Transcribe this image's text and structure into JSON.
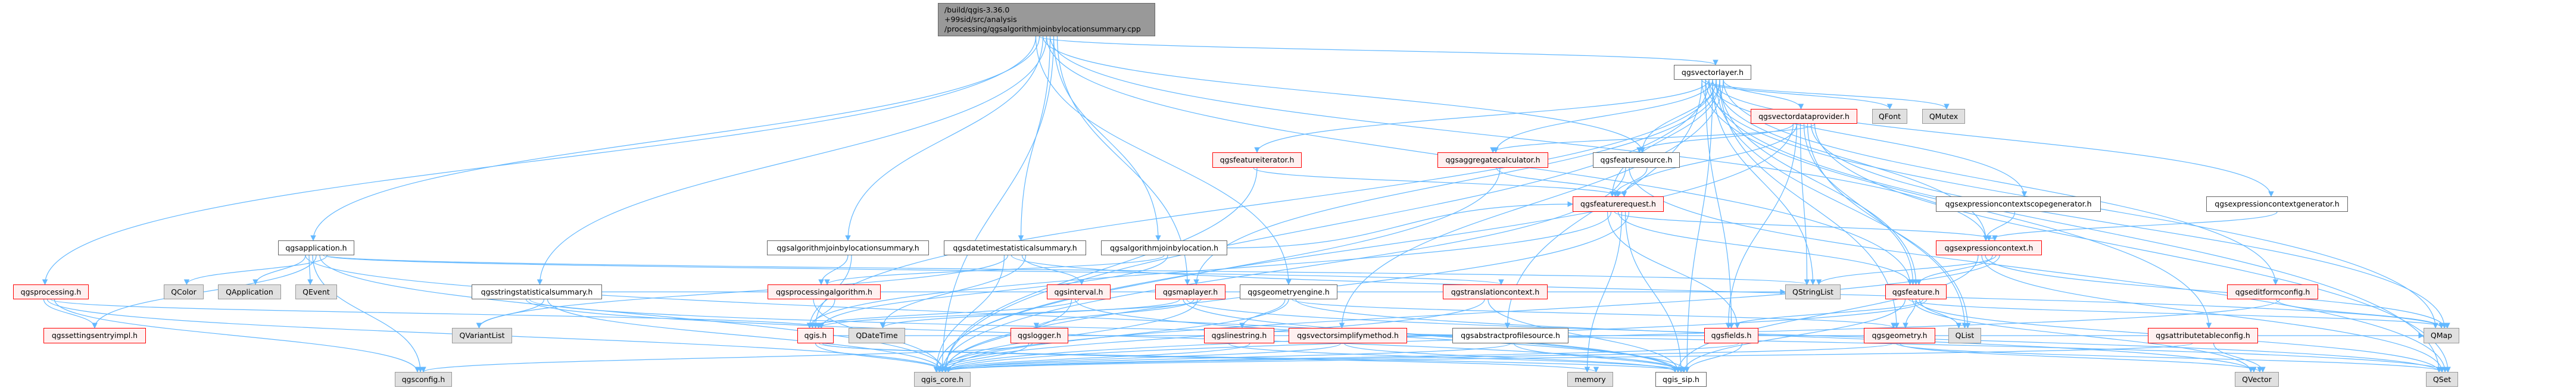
{
  "colors": {
    "edge": "#63b8ff",
    "root_fill": "#999999",
    "red_border": "#ff0000",
    "gray_fill": "#e0e0e0"
  },
  "nodes": [
    {
      "id": "root",
      "label": "/build/qgis-3.36.0\n+99sid/src/analysis\n/processing/qgsalgorithmjoinbylocationsummary.cpp",
      "style": "root"
    },
    {
      "id": "qgsapplication",
      "label": "qgsapplication.h",
      "style": "white"
    },
    {
      "id": "qgsprocessing",
      "label": "qgsprocessing.h",
      "style": "red"
    },
    {
      "id": "qgssettingsentryimpl",
      "label": "qgssettingsentryimpl.h",
      "style": "red"
    },
    {
      "id": "QColor",
      "label": "QColor",
      "style": "gray"
    },
    {
      "id": "QApplication",
      "label": "QApplication",
      "style": "gray"
    },
    {
      "id": "QEvent",
      "label": "QEvent",
      "style": "gray"
    },
    {
      "id": "qgsstringstatisticalsummary",
      "label": "qgsstringstatisticalsummary.h",
      "style": "white"
    },
    {
      "id": "QVariantList",
      "label": "QVariantList",
      "style": "gray"
    },
    {
      "id": "qgsconfig",
      "label": "qgsconfig.h",
      "style": "gray"
    },
    {
      "id": "qgsalgorithmjoinbylocationsummary",
      "label": "qgsalgorithmjoinbylocationsummary.h",
      "style": "white"
    },
    {
      "id": "qgsdatetimestatisticalsummary",
      "label": "qgsdatetimestatisticalsummary.h",
      "style": "white"
    },
    {
      "id": "qgsalgorithmjoinbylocation",
      "label": "qgsalgorithmjoinbylocation.h",
      "style": "white"
    },
    {
      "id": "qgsprocessingalgorithm",
      "label": "qgsprocessingalgorithm.h",
      "style": "red"
    },
    {
      "id": "qgsinterval",
      "label": "qgsinterval.h",
      "style": "red"
    },
    {
      "id": "qgsmaplayer",
      "label": "qgsmaplayer.h",
      "style": "red"
    },
    {
      "id": "qgis",
      "label": "qgis.h",
      "style": "red"
    },
    {
      "id": "QDateTime",
      "label": "QDateTime",
      "style": "gray"
    },
    {
      "id": "qgslogger",
      "label": "qgslogger.h",
      "style": "red"
    },
    {
      "id": "qgis_core",
      "label": "qgis_core.h",
      "style": "gray"
    },
    {
      "id": "qgsvectorlayer",
      "label": "qgsvectorlayer.h",
      "style": "white"
    },
    {
      "id": "qgsvectordataprovider",
      "label": "qgsvectordataprovider.h",
      "style": "red"
    },
    {
      "id": "qgsfeatureiterator",
      "label": "qgsfeatureiterator.h",
      "style": "red"
    },
    {
      "id": "qgsaggregatecalculator",
      "label": "qgsaggregatecalculator.h",
      "style": "red"
    },
    {
      "id": "qgsfeaturesource",
      "label": "qgsfeaturesource.h",
      "style": "white"
    },
    {
      "id": "qgsfeaturerequest",
      "label": "qgsfeaturerequest.h",
      "style": "red"
    },
    {
      "id": "qgsgeometryengine",
      "label": "qgsgeometryengine.h",
      "style": "white"
    },
    {
      "id": "qgstranslationcontext",
      "label": "qgstranslationcontext.h",
      "style": "red"
    },
    {
      "id": "QStringList",
      "label": "QStringList",
      "style": "gray"
    },
    {
      "id": "qgslinestring",
      "label": "qgslinestring.h",
      "style": "red"
    },
    {
      "id": "qgsvectorsimplifymethod",
      "label": "qgsvectorsimplifymethod.h",
      "style": "red"
    },
    {
      "id": "qgsabstractprofilesource",
      "label": "qgsabstractprofilesource.h",
      "style": "white"
    },
    {
      "id": "qgsfields",
      "label": "qgsfields.h",
      "style": "red"
    },
    {
      "id": "memory",
      "label": "memory",
      "style": "gray"
    },
    {
      "id": "qgis_sip",
      "label": "qgis_sip.h",
      "style": "white"
    },
    {
      "id": "QFont",
      "label": "QFont",
      "style": "gray"
    },
    {
      "id": "QMutex",
      "label": "QMutex",
      "style": "gray"
    },
    {
      "id": "qgsexpressioncontextscopegenerator",
      "label": "qgsexpressioncontextscopegenerator.h",
      "style": "white"
    },
    {
      "id": "qgsexpressioncontextgenerator",
      "label": "qgsexpressioncontextgenerator.h",
      "style": "white"
    },
    {
      "id": "qgsexpressioncontext",
      "label": "qgsexpressioncontext.h",
      "style": "red"
    },
    {
      "id": "qgsfeature",
      "label": "qgsfeature.h",
      "style": "red"
    },
    {
      "id": "qgseditformconfig",
      "label": "qgseditformconfig.h",
      "style": "red"
    },
    {
      "id": "qgsgeometry",
      "label": "qgsgeometry.h",
      "style": "red"
    },
    {
      "id": "QList",
      "label": "QList",
      "style": "gray"
    },
    {
      "id": "qgsattributetableconfig",
      "label": "qgsattributetableconfig.h",
      "style": "red"
    },
    {
      "id": "QMap",
      "label": "QMap",
      "style": "gray"
    },
    {
      "id": "QVector",
      "label": "QVector",
      "style": "gray"
    },
    {
      "id": "QSet",
      "label": "QSet",
      "style": "gray"
    }
  ],
  "edges": [
    [
      "root",
      "qgsprocessing"
    ],
    [
      "root",
      "qgsapplication"
    ],
    [
      "root",
      "qgsalgorithmjoinbylocationsummary"
    ],
    [
      "root",
      "qgsstringstatisticalsummary"
    ],
    [
      "root",
      "qgsdatetimestatisticalsummary"
    ],
    [
      "root",
      "qgsalgorithmjoinbylocation"
    ],
    [
      "root",
      "qgsmaplayer"
    ],
    [
      "root",
      "qgsgeometryengine"
    ],
    [
      "root",
      "qgsvectorlayer"
    ],
    [
      "root",
      "qgsfeaturesource"
    ],
    [
      "root",
      "qgsfeature"
    ],
    [
      "root",
      "qgsexpressioncontext"
    ],
    [
      "root",
      "qgis_core"
    ],
    [
      "qgsapplication",
      "QColor"
    ],
    [
      "qgsapplication",
      "QApplication"
    ],
    [
      "qgsapplication",
      "QEvent"
    ],
    [
      "qgsapplication",
      "qgsconfig"
    ],
    [
      "qgsapplication",
      "qgssettingsentryimpl"
    ],
    [
      "qgsapplication",
      "qgis_core"
    ],
    [
      "qgsapplication",
      "qgstranslationcontext"
    ],
    [
      "qgsapplication",
      "QStringList"
    ],
    [
      "qgsapplication",
      "qgis_sip"
    ],
    [
      "qgsprocessing",
      "qgssettingsentryimpl"
    ],
    [
      "qgsprocessing",
      "qgis_core"
    ],
    [
      "qgsprocessing",
      "qgis"
    ],
    [
      "qgsprocessing",
      "qgsconfig"
    ],
    [
      "qgsstringstatisticalsummary",
      "QVariantList"
    ],
    [
      "qgsstringstatisticalsummary",
      "qgis_core"
    ],
    [
      "qgsstringstatisticalsummary",
      "qgis_sip"
    ],
    [
      "qgsstringstatisticalsummary",
      "QSet"
    ],
    [
      "qgsstringstatisticalsummary",
      "QStringList"
    ],
    [
      "qgsalgorithmjoinbylocationsummary",
      "qgsprocessingalgorithm"
    ],
    [
      "qgsalgorithmjoinbylocationsummary",
      "qgis"
    ],
    [
      "qgsdatetimestatisticalsummary",
      "qgsinterval"
    ],
    [
      "qgsdatetimestatisticalsummary",
      "QDateTime"
    ],
    [
      "qgsdatetimestatisticalsummary",
      "qgis_core"
    ],
    [
      "qgsdatetimestatisticalsummary",
      "QVariantList"
    ],
    [
      "qgsdatetimestatisticalsummary",
      "QMap"
    ],
    [
      "qgsalgorithmjoinbylocation",
      "qgsprocessingalgorithm"
    ],
    [
      "qgsalgorithmjoinbylocation",
      "qgis"
    ],
    [
      "qgsalgorithmjoinbylocation",
      "qgsfeaturerequest"
    ],
    [
      "qgsprocessingalgorithm",
      "qgis"
    ],
    [
      "qgsprocessingalgorithm",
      "qgis_core"
    ],
    [
      "qgsinterval",
      "qgis_core"
    ],
    [
      "qgsinterval",
      "qgis_sip"
    ],
    [
      "qgsinterval",
      "qgis"
    ],
    [
      "qgsmaplayer",
      "qgslogger"
    ],
    [
      "qgsmaplayer",
      "qgis_core"
    ],
    [
      "qgsmaplayer",
      "qgis"
    ],
    [
      "qgsmaplayer",
      "QDateTime"
    ],
    [
      "qgsmaplayer",
      "qgis_sip"
    ],
    [
      "qgsmaplayer",
      "QSet"
    ],
    [
      "qgis",
      "qgis_core"
    ],
    [
      "qgis",
      "qgis_sip"
    ],
    [
      "qgis",
      "memory"
    ],
    [
      "qgis",
      "QMap"
    ],
    [
      "qgslogger",
      "qgis_core"
    ],
    [
      "qgslogger",
      "qgsconfig"
    ],
    [
      "qgsgeometryengine",
      "qgslinestring"
    ],
    [
      "qgsgeometryengine",
      "qgis_core"
    ],
    [
      "qgsgeometryengine",
      "qgsgeometry"
    ],
    [
      "qgsgeometryengine",
      "QVector"
    ],
    [
      "qgslinestring",
      "qgis_core"
    ],
    [
      "qgslinestring",
      "qgis_sip"
    ],
    [
      "qgsvectorsimplifymethod",
      "qgis_core"
    ],
    [
      "qgsvectorsimplifymethod",
      "qgis_sip"
    ],
    [
      "qgsabstractprofilesource",
      "qgis_core"
    ],
    [
      "qgsabstractprofilesource",
      "qgis_sip"
    ],
    [
      "qgsfields",
      "qgis_core"
    ],
    [
      "qgsfields",
      "qgis_sip"
    ],
    [
      "qgstranslationcontext",
      "qgis_core"
    ],
    [
      "qgstranslationcontext",
      "qgis_sip"
    ],
    [
      "qgsvectorlayer",
      "qgsfeatureiterator"
    ],
    [
      "qgsvectorlayer",
      "qgsaggregatecalculator"
    ],
    [
      "qgsvectorlayer",
      "qgsfeaturesource"
    ],
    [
      "qgsvectorlayer",
      "qgsfeaturerequest"
    ],
    [
      "qgsvectorlayer",
      "qgsvectordataprovider"
    ],
    [
      "qgsvectorlayer",
      "QFont"
    ],
    [
      "qgsvectorlayer",
      "QMutex"
    ],
    [
      "qgsvectorlayer",
      "qgsexpressioncontextscopegenerator"
    ],
    [
      "qgsvectorlayer",
      "qgsexpressioncontextgenerator"
    ],
    [
      "qgsvectorlayer",
      "qgsexpressioncontext"
    ],
    [
      "qgsvectorlayer",
      "qgsfeature"
    ],
    [
      "qgsvectorlayer",
      "qgseditformconfig"
    ],
    [
      "qgsvectorlayer",
      "qgsattributetableconfig"
    ],
    [
      "qgsvectorlayer",
      "QMap"
    ],
    [
      "qgsvectorlayer",
      "QSet"
    ],
    [
      "qgsvectorlayer",
      "QStringList"
    ],
    [
      "qgsvectorlayer",
      "QList"
    ],
    [
      "qgsvectorlayer",
      "qgsmaplayer"
    ],
    [
      "qgsvectorlayer",
      "qgsvectorsimplifymethod"
    ],
    [
      "qgsvectorlayer",
      "qgsabstractprofilesource"
    ],
    [
      "qgsvectorlayer",
      "qgsfields"
    ],
    [
      "qgsvectorlayer",
      "qgis_core"
    ],
    [
      "qgsvectorlayer",
      "qgis_sip"
    ],
    [
      "qgsvectorlayer",
      "qgis"
    ],
    [
      "qgsvectorlayer",
      "qgsgeometry"
    ],
    [
      "qgsvectordataprovider",
      "qgsaggregatecalculator"
    ],
    [
      "qgsvectordataprovider",
      "qgsfeaturesource"
    ],
    [
      "qgsvectordataprovider",
      "qgsfeaturerequest"
    ],
    [
      "qgsvectordataprovider",
      "QStringList"
    ],
    [
      "qgsvectordataprovider",
      "qgsfeature"
    ],
    [
      "qgsvectordataprovider",
      "QList"
    ],
    [
      "qgsvectordataprovider",
      "QMap"
    ],
    [
      "qgsvectordataprovider",
      "QSet"
    ],
    [
      "qgsvectordataprovider",
      "qgis_core"
    ],
    [
      "qgsvectordataprovider",
      "qgsfields"
    ],
    [
      "qgsfeatureiterator",
      "qgsfeaturerequest"
    ],
    [
      "qgsfeatureiterator",
      "qgis_core"
    ],
    [
      "qgsaggregatecalculator",
      "qgsfeaturerequest"
    ],
    [
      "qgsaggregatecalculator",
      "qgis_core"
    ],
    [
      "qgsfeaturesource",
      "qgsfeaturerequest"
    ],
    [
      "qgsfeaturesource",
      "qgis_core"
    ],
    [
      "qgsfeaturesource",
      "QSet"
    ],
    [
      "qgsfeaturerequest",
      "qgsexpressioncontext"
    ],
    [
      "qgsfeaturerequest",
      "qgsfeature"
    ],
    [
      "qgsfeaturerequest",
      "memory"
    ],
    [
      "qgsfeaturerequest",
      "qgis_sip"
    ],
    [
      "qgsfeaturerequest",
      "qgis_core"
    ],
    [
      "qgsfeaturerequest",
      "qgsfields"
    ],
    [
      "qgsfeaturerequest",
      "qgis"
    ],
    [
      "qgsexpressioncontextscopegenerator",
      "qgsexpressioncontext"
    ],
    [
      "qgsexpressioncontextgenerator",
      "qgsexpressioncontext"
    ],
    [
      "qgsexpressioncontext",
      "qgsfeature"
    ],
    [
      "qgsexpressioncontext",
      "QStringList"
    ],
    [
      "qgsexpressioncontext",
      "qgis_core"
    ],
    [
      "qgsexpressioncontext",
      "qgis_sip"
    ],
    [
      "qgsexpressioncontext",
      "QSet"
    ],
    [
      "qgsexpressioncontext",
      "QMap"
    ],
    [
      "qgsfeature",
      "qgsgeometry"
    ],
    [
      "qgsfeature",
      "QList"
    ],
    [
      "qgsfeature",
      "qgsfields"
    ],
    [
      "qgsfeature",
      "qgis_core"
    ],
    [
      "qgsfeature",
      "qgis_sip"
    ],
    [
      "qgsfeature",
      "QMap"
    ],
    [
      "qgsfeature",
      "QVector"
    ],
    [
      "qgsfeature",
      "QSet"
    ],
    [
      "qgseditformconfig",
      "QMap"
    ],
    [
      "qgseditformconfig",
      "qgis_core"
    ],
    [
      "qgsattributetableconfig",
      "QVector"
    ],
    [
      "qgsattributetableconfig",
      "qgis_core"
    ],
    [
      "qgsgeometry",
      "qgis_core"
    ],
    [
      "qgsgeometry",
      "QSet"
    ],
    [
      "qgsgeometry",
      "QVector"
    ]
  ]
}
